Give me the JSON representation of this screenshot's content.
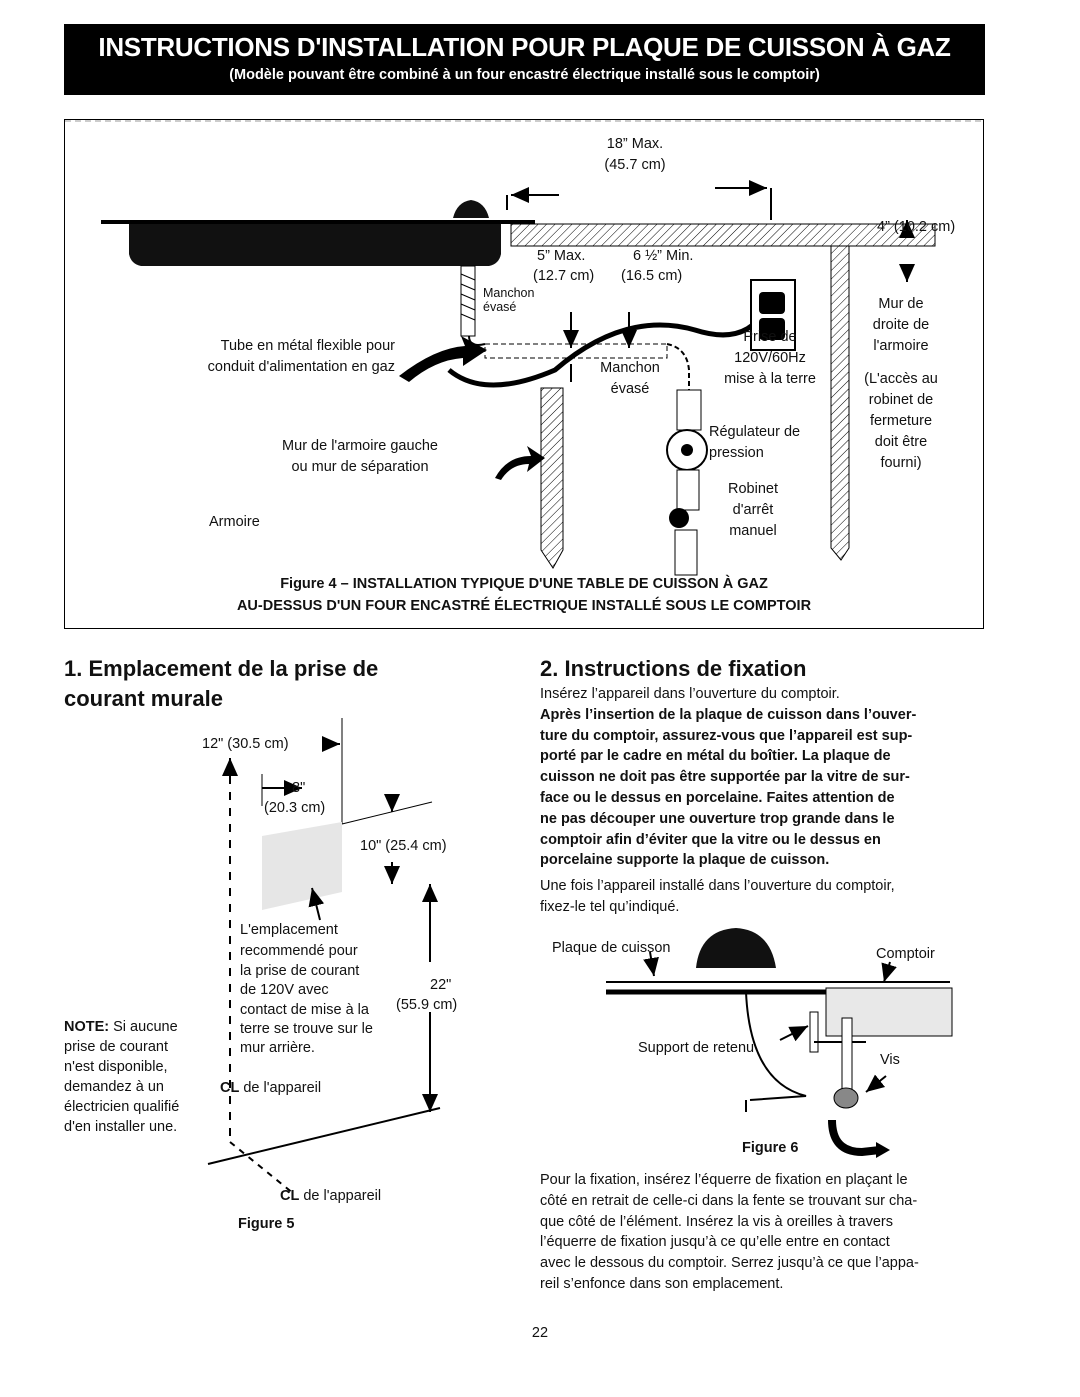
{
  "header": {
    "title": "INSTRUCTIONS D'INSTALLATION POUR PLAQUE DE CUISSON À GAZ",
    "subtitle": "(Modèle pouvant être combiné à un four encastré électrique installé sous le comptoir)"
  },
  "figure4": {
    "dim_18_in": "18” Max.",
    "dim_18_cm": "(45.7 cm)",
    "dim_4": "4” (10.2 cm)",
    "dim_5_in": "5” Max.",
    "dim_5_cm": "(12.7 cm)",
    "dim_6_in": "6 ½” Min.",
    "dim_6_cm": "(16.5 cm)",
    "manchon_small_1": "Manchon",
    "manchon_small_2": "évasé",
    "tube_1": "Tube en métal flexible pour",
    "tube_2": "conduit d'alimentation en gaz",
    "prise_1": "Prise de",
    "prise_2": "120V/60Hz",
    "prise_3": "mise à la terre",
    "manchon_1": "Manchon",
    "manchon_2": "évasé",
    "mur_droite": [
      "Mur de",
      "droite de",
      "l'armoire"
    ],
    "acces": [
      "(L'accès au",
      "robinet de",
      "fermeture",
      "doit être",
      "fourni)"
    ],
    "regulateur_1": "Régulateur de",
    "regulateur_2": "pression",
    "mur_gauche_1": "Mur de l'armoire gauche",
    "mur_gauche_2": "ou mur de séparation",
    "armoire": "Armoire",
    "robinet": [
      "Robinet",
      "d'arrêt",
      "manuel"
    ],
    "caption_1": "Figure 4 – INSTALLATION TYPIQUE D'UNE TABLE DE CUISSON À GAZ",
    "caption_2": "AU-DESSUS D'UN FOUR ENCASTRÉ ÉLECTRIQUE INSTALLÉ SOUS LE COMPTOIR"
  },
  "section1": {
    "heading_1": "1. Emplacement de la prise de",
    "heading_2": "courant murale"
  },
  "figure5": {
    "dim_12": "12\" (30.5 cm)",
    "dim_8_in": "8\"",
    "dim_8_cm": "(20.3 cm)",
    "dim_10": "10\" (25.4 cm)",
    "emplacement": [
      "L'emplacement",
      "recommendé pour",
      "la prise de courant",
      "de 120V avec",
      "contact de mise à la",
      "terre se trouve sur le",
      "mur arrière."
    ],
    "dim_22_in": "22\"",
    "dim_22_cm": "(55.9 cm)",
    "note_bold": "NOTE:",
    "note_lines": [
      " Si aucune",
      "prise de courant",
      "n'est disponible,",
      "demandez à un",
      "électricien qualifié",
      "d'en installer une."
    ],
    "cl": "CL",
    "cl_text": " de l'appareil",
    "label": "Figure 5"
  },
  "section2": {
    "heading": "2. Instructions de fixation",
    "intro": "Insérez l’appareil dans l’ouverture du comptoir.",
    "bold_lines": [
      "Après l’insertion de la plaque de cuisson dans l’ouver-",
      "ture du comptoir, assurez-vous que l’appareil est sup-",
      "porté par le cadre en métal du boîtier. La plaque de",
      "cuisson ne doit pas être supportée par la vitre de sur-",
      "face ou le dessus en porcelaine.  Faites attention de",
      "ne pas découper une ouverture trop grande dans le",
      "comptoir afin d’éviter que la vitre ou le dessus en",
      "porcelaine supporte la plaque de cuisson."
    ],
    "after_lines": [
      "Une fois l’appareil installé dans l’ouverture du comptoir,",
      "fixez-le tel qu’indiqué."
    ],
    "final_lines": [
      "Pour la fixation, insérez l’équerre de fixation en plaçant le",
      "côté en retrait de celle-ci dans la fente se trouvant sur cha-",
      "que côté de l’élément. Insérez la vis à oreilles à travers",
      "l’équerre de fixation jusqu’à ce qu’elle entre en contact",
      "avec le dessous du comptoir. Serrez jusqu’à ce que l’appa-",
      "reil s’enfonce dans son emplacement."
    ]
  },
  "figure6": {
    "plaque": "Plaque de cuisson",
    "comptoir": "Comptoir",
    "support": "Support de retenu",
    "vis": "Vis",
    "label": "Figure 6"
  },
  "page_number": "22"
}
